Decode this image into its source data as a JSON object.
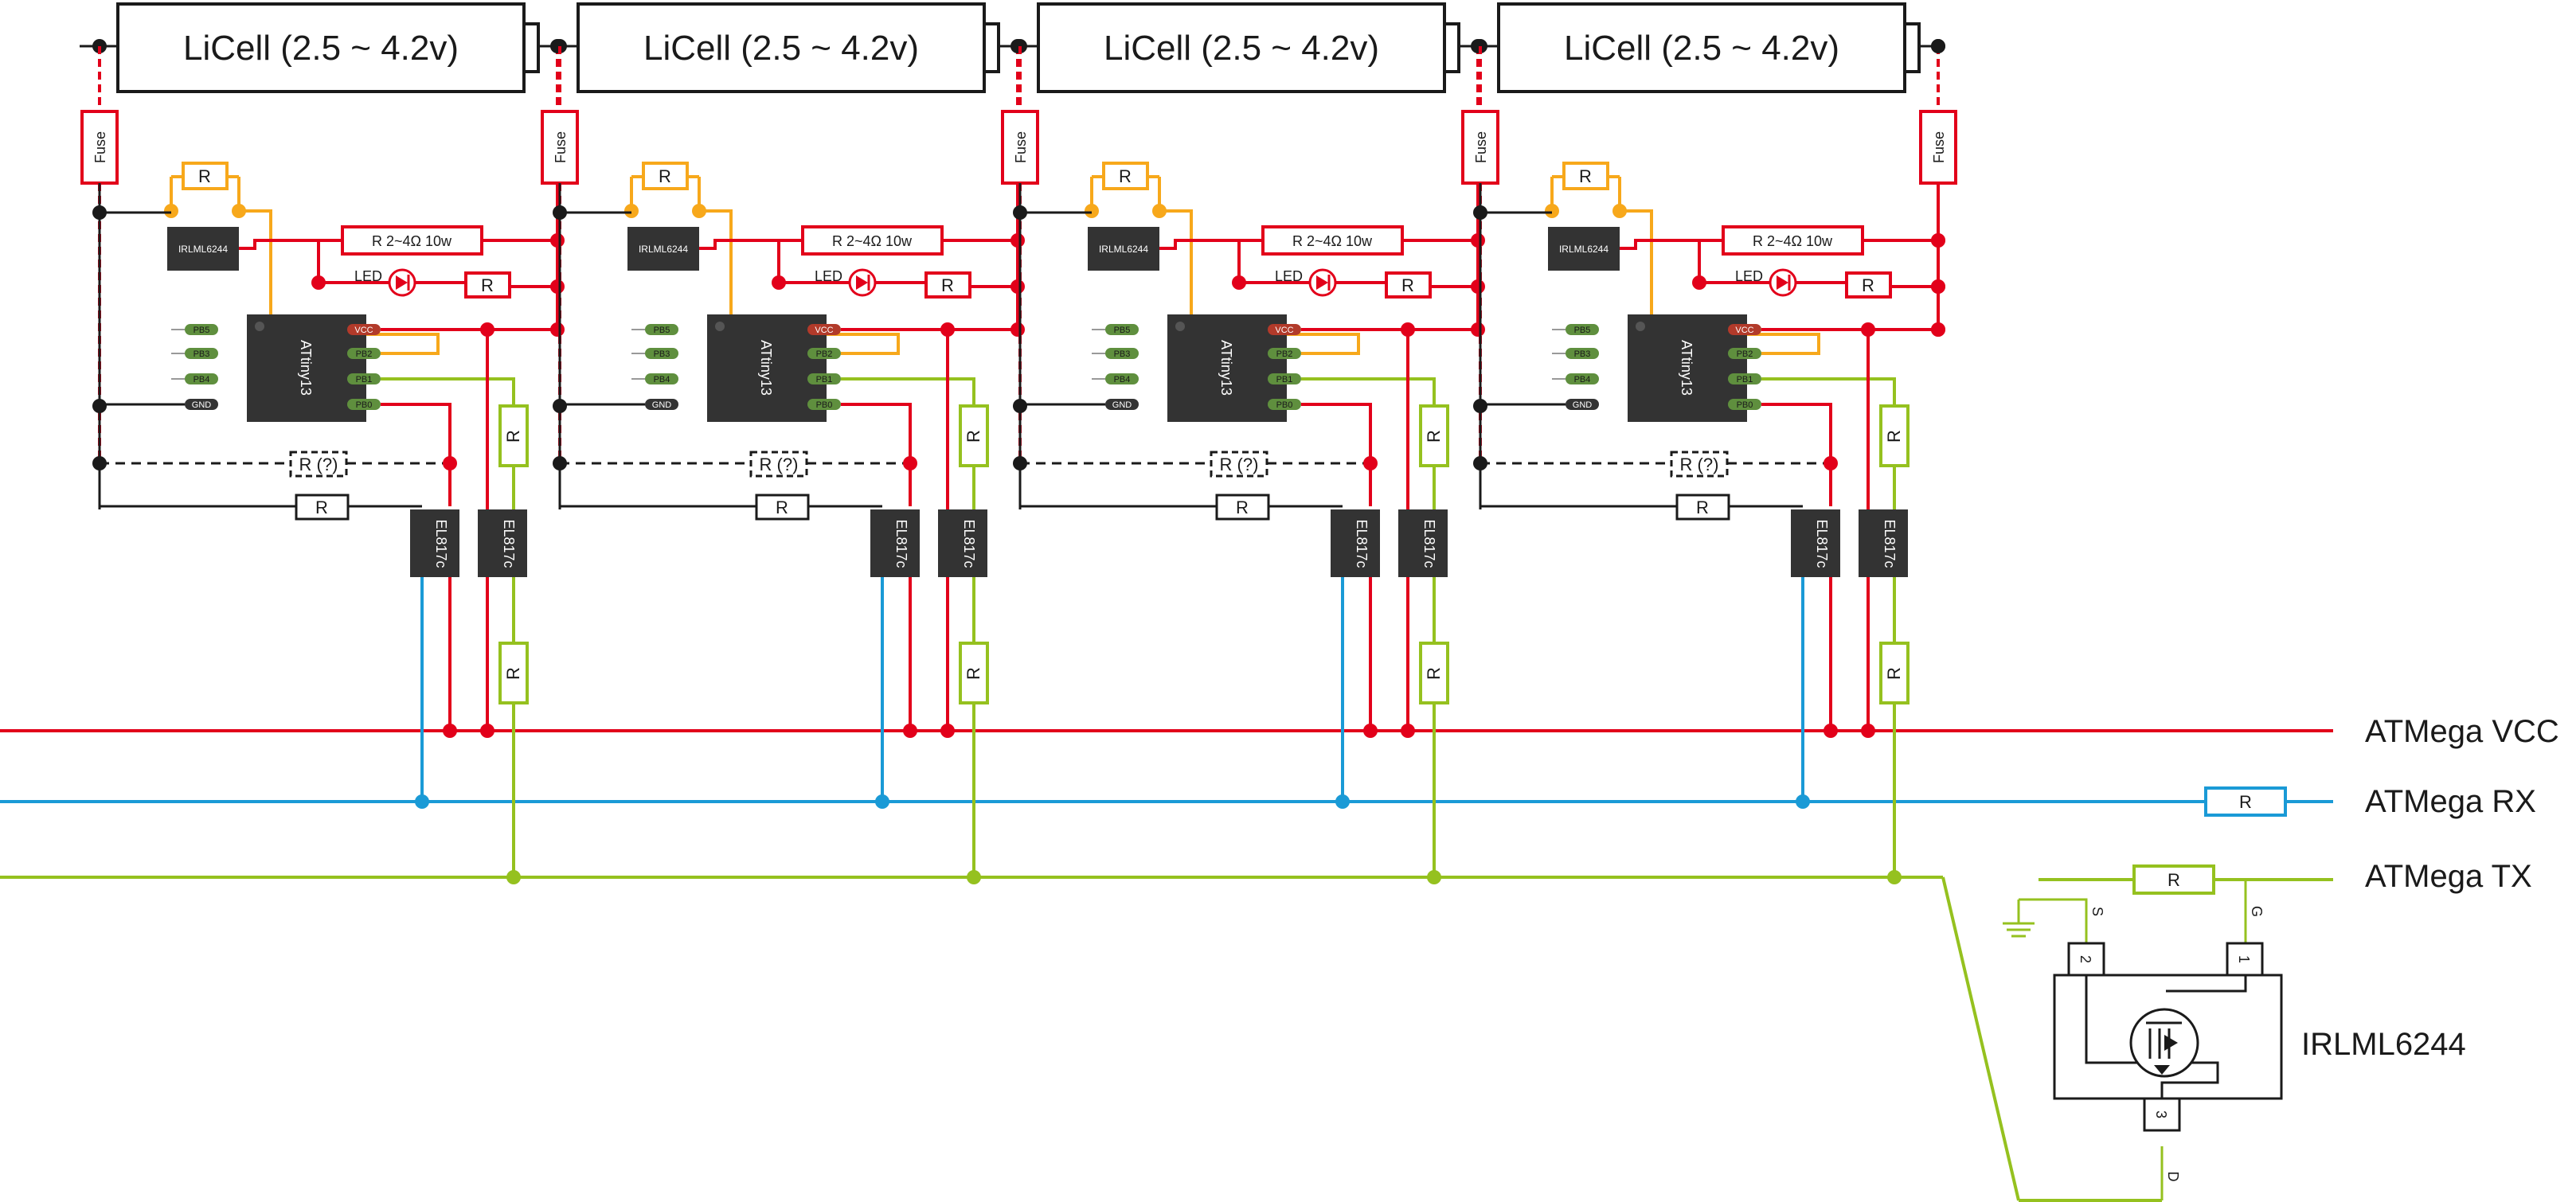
{
  "cells": [
    {
      "label": "LiCell (2.5 ~ 4.2v)"
    },
    {
      "label": "LiCell (2.5 ~ 4.2v)"
    },
    {
      "label": "LiCell (2.5 ~ 4.2v)"
    },
    {
      "label": "LiCell (2.5 ~ 4.2v)"
    }
  ],
  "stage": {
    "fuse": "Fuse",
    "resistor": "R",
    "resistor_optional": "R (?)",
    "power_resistor": "R 2~4Ω 10w",
    "led": "LED",
    "mosfet": "IRLML6244",
    "mcu": "ATtiny13",
    "optocoupler": "EL817c",
    "mcu_pins_left": [
      "PB5",
      "PB3",
      "PB4",
      "GND"
    ],
    "mcu_pins_right": [
      "VCC",
      "PB2",
      "PB1",
      "PB0"
    ]
  },
  "buses": {
    "vcc": "ATMega VCC",
    "rx": "ATMega RX",
    "tx": "ATMega TX",
    "rx_resistor": "R",
    "tx_resistor": "R"
  },
  "mosfet_detail": {
    "label": "IRLML6244",
    "pin_source": "S",
    "pin_gate": "G",
    "pin_drain": "D",
    "pin_num_1": "1",
    "pin_num_2": "2",
    "pin_num_3": "3"
  },
  "colors": {
    "power": "#e2001a",
    "rx": "#1a9ad6",
    "tx": "#95c11f",
    "orange": "#f7a81b",
    "black": "#1a1a1a",
    "chip": "#333333",
    "pin_green": "#5f8f3e",
    "pin_red": "#b23a2a"
  }
}
